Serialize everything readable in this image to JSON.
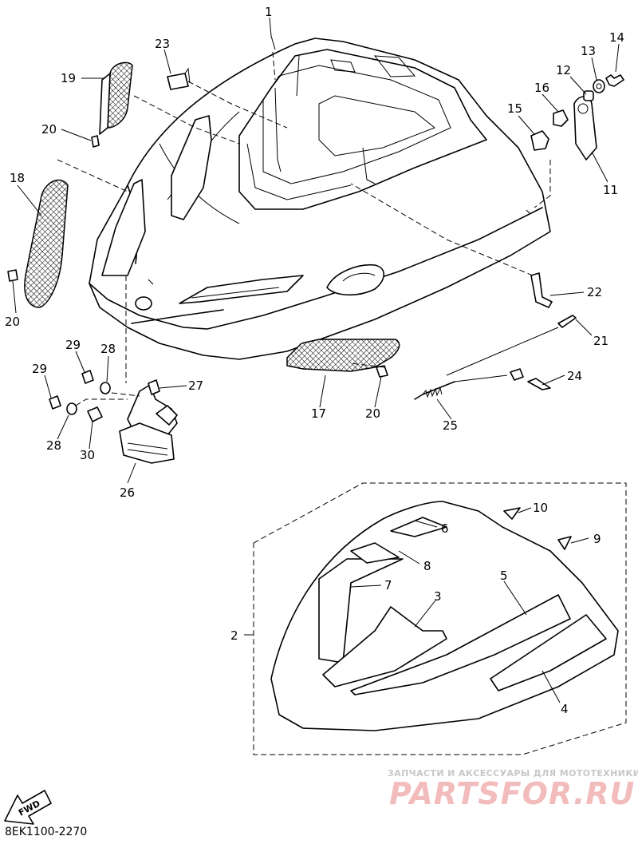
{
  "diagram": {
    "callouts": [
      "1",
      "2",
      "3",
      "4",
      "5",
      "6",
      "7",
      "8",
      "9",
      "10",
      "11",
      "12",
      "13",
      "14",
      "15",
      "16",
      "17",
      "18",
      "19",
      "20",
      "20",
      "20",
      "21",
      "22",
      "23",
      "24",
      "25",
      "26",
      "27",
      "28",
      "28",
      "29",
      "29",
      "30"
    ],
    "fwd_label": "FWD",
    "part_code": "8EK1100-2270"
  },
  "watermark": {
    "tagline": "ЗАПЧАСТИ И АКСЕССУАРЫ ДЛЯ МОТОТЕХНИКИ",
    "logo": "PARTSFOR.RU"
  }
}
